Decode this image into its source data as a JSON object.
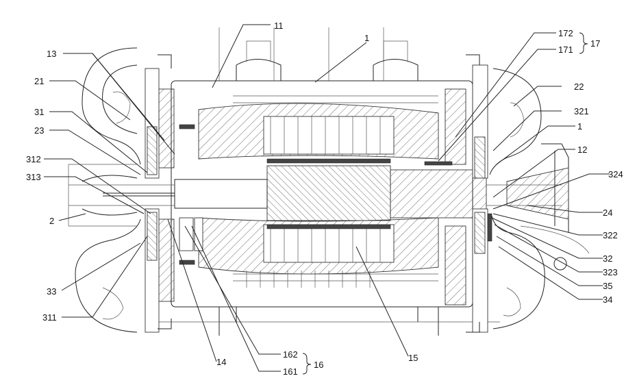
{
  "labels": {
    "l1_top": "1",
    "l11": "11",
    "l13": "13",
    "l21": "21",
    "l31": "31",
    "l23": "23",
    "l312": "312",
    "l313": "313",
    "l2": "2",
    "l33": "33",
    "l311": "311",
    "l14": "14",
    "l162": "162",
    "l161": "161",
    "l16": "16",
    "l15": "15",
    "l172": "172",
    "l171": "171",
    "l17": "17",
    "l22": "22",
    "l321": "321",
    "l1_right": "1",
    "l12": "12",
    "l324": "324",
    "l24": "24",
    "l322": "322",
    "l32": "32",
    "l323": "323",
    "l35": "35",
    "l34": "34"
  }
}
